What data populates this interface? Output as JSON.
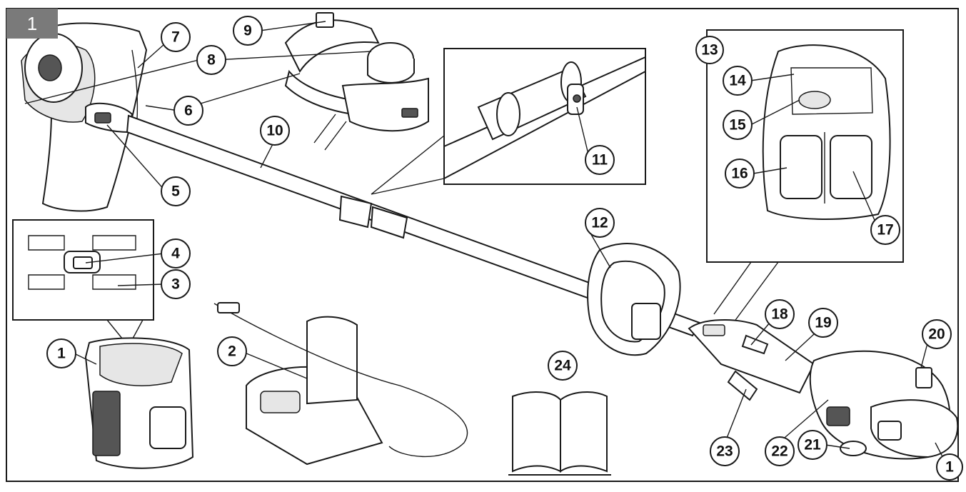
{
  "figure": {
    "number": "1",
    "callouts": [
      {
        "id": "c1a",
        "label": "1"
      },
      {
        "id": "c2",
        "label": "2"
      },
      {
        "id": "c3",
        "label": "3"
      },
      {
        "id": "c4",
        "label": "4"
      },
      {
        "id": "c5",
        "label": "5"
      },
      {
        "id": "c6",
        "label": "6"
      },
      {
        "id": "c7",
        "label": "7"
      },
      {
        "id": "c8",
        "label": "8"
      },
      {
        "id": "c9",
        "label": "9"
      },
      {
        "id": "c10",
        "label": "10"
      },
      {
        "id": "c11",
        "label": "11"
      },
      {
        "id": "c12",
        "label": "12"
      },
      {
        "id": "c13",
        "label": "13"
      },
      {
        "id": "c14",
        "label": "14"
      },
      {
        "id": "c15",
        "label": "15"
      },
      {
        "id": "c16",
        "label": "16"
      },
      {
        "id": "c17",
        "label": "17"
      },
      {
        "id": "c18",
        "label": "18"
      },
      {
        "id": "c19",
        "label": "19"
      },
      {
        "id": "c20",
        "label": "20"
      },
      {
        "id": "c1b",
        "label": "1"
      },
      {
        "id": "c21",
        "label": "21"
      },
      {
        "id": "c22",
        "label": "22"
      },
      {
        "id": "c23",
        "label": "23"
      },
      {
        "id": "c24",
        "label": "24"
      }
    ]
  }
}
